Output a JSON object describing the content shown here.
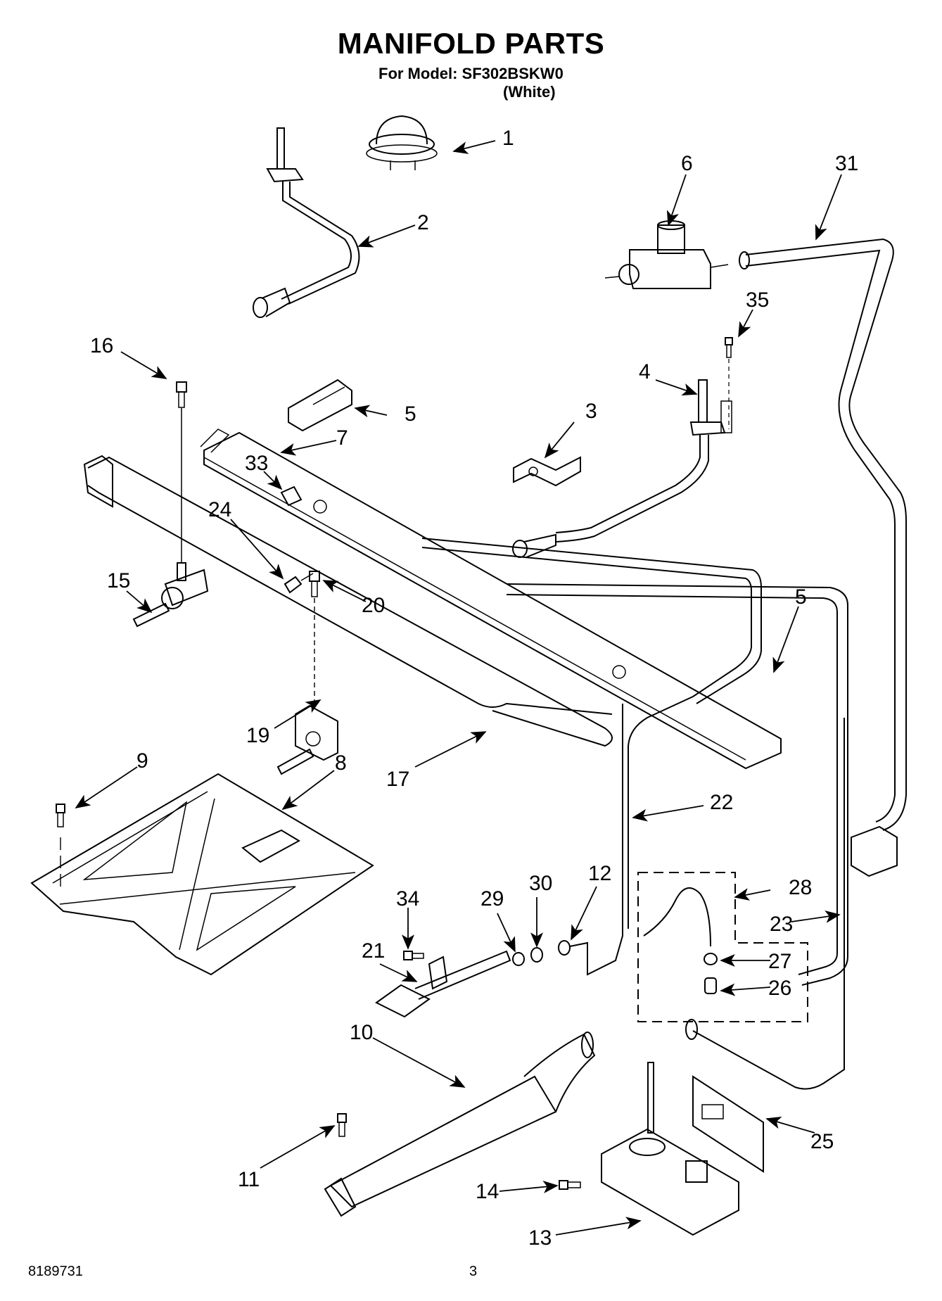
{
  "header": {
    "title": "MANIFOLD PARTS",
    "model_line": "For Model: SF302BSKW0",
    "color_line": "(White)"
  },
  "footer": {
    "doc_number": "8189731",
    "page_number": "3"
  },
  "callouts": [
    "1",
    "2",
    "3",
    "4",
    "5",
    "5",
    "6",
    "7",
    "8",
    "9",
    "10",
    "11",
    "12",
    "13",
    "14",
    "15",
    "16",
    "17",
    "19",
    "20",
    "21",
    "22",
    "23",
    "24",
    "25",
    "26",
    "27",
    "28",
    "29",
    "30",
    "31",
    "33",
    "34",
    "35"
  ],
  "parts": [
    {
      "id": "1",
      "name": "burner-cap"
    },
    {
      "id": "2",
      "name": "burner-tube-left"
    },
    {
      "id": "3",
      "name": "mounting-bracket"
    },
    {
      "id": "4",
      "name": "burner-tube-right"
    },
    {
      "id": "5",
      "name": "clip-bracket"
    },
    {
      "id": "6",
      "name": "pressure-regulator"
    },
    {
      "id": "7",
      "name": "manifold-bracket"
    },
    {
      "id": "8",
      "name": "oven-burner-baffle"
    },
    {
      "id": "9",
      "name": "screw"
    },
    {
      "id": "10",
      "name": "oven-burner"
    },
    {
      "id": "11",
      "name": "screw"
    },
    {
      "id": "12",
      "name": "nut"
    },
    {
      "id": "13",
      "name": "oven-safety-valve"
    },
    {
      "id": "14",
      "name": "screw"
    },
    {
      "id": "15",
      "name": "burner-valve"
    },
    {
      "id": "16",
      "name": "screw"
    },
    {
      "id": "17",
      "name": "manifold-pipe"
    },
    {
      "id": "19",
      "name": "igniter-switch"
    },
    {
      "id": "20",
      "name": "screw"
    },
    {
      "id": "21",
      "name": "orifice-holder"
    },
    {
      "id": "22",
      "name": "tube"
    },
    {
      "id": "23",
      "name": "tube"
    },
    {
      "id": "24",
      "name": "orifice"
    },
    {
      "id": "25",
      "name": "bracket-plate"
    },
    {
      "id": "26",
      "name": "fitting"
    },
    {
      "id": "27",
      "name": "nut"
    },
    {
      "id": "28",
      "name": "tube-kit"
    },
    {
      "id": "29",
      "name": "nut"
    },
    {
      "id": "30",
      "name": "sleeve"
    },
    {
      "id": "31",
      "name": "gas-supply-tube"
    },
    {
      "id": "33",
      "name": "clip"
    },
    {
      "id": "34",
      "name": "screw"
    },
    {
      "id": "35",
      "name": "screw"
    }
  ]
}
